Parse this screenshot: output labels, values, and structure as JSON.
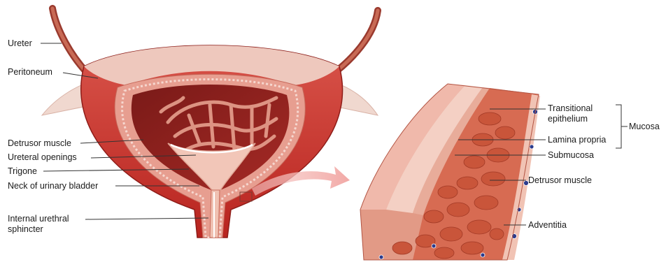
{
  "bladder_labels": {
    "ureter": "Ureter",
    "peritoneum": "Peritoneum",
    "detrusor_muscle": "Detrusor muscle",
    "ureteral_openings": "Ureteral openings",
    "trigone": "Trigone",
    "neck": "Neck of urinary bladder",
    "sphincter_line1": "Internal urethral",
    "sphincter_line2": "sphincter"
  },
  "wall_labels": {
    "transitional_line1": "Transitional",
    "transitional_line2": "epithelium",
    "lamina_propria": "Lamina propria",
    "mucosa": "Mucosa",
    "submucosa": "Submucosa",
    "detrusor_muscle": "Detrusor muscle",
    "adventitia": "Adventitia"
  },
  "colors": {
    "outer_muscle": "#c8302c",
    "inner_lumen": "#8c1f1c",
    "mucosa_pink": "#e9a8a2",
    "peritoneum": "#f2d6cf",
    "ureter": "#b04a3a",
    "muscle_fiber": "#c9553a",
    "leader_line": "#333333"
  }
}
